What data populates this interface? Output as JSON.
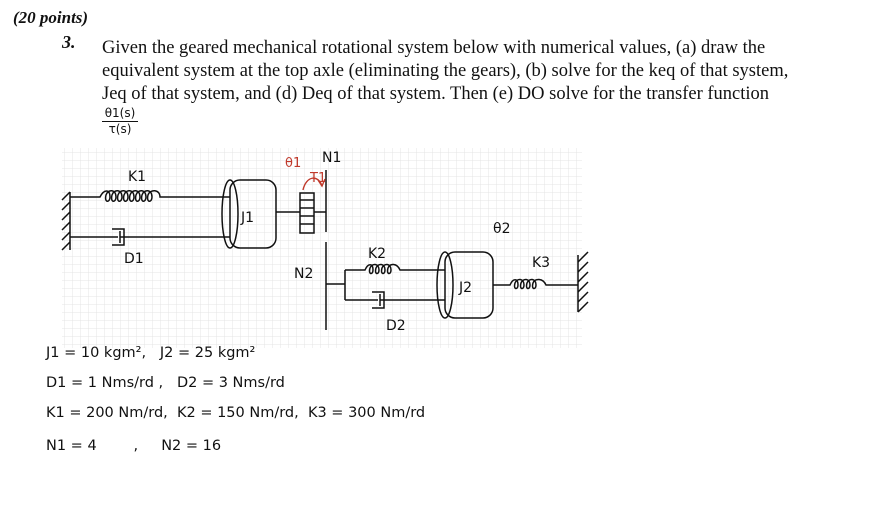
{
  "header": {
    "points": "(20 points)",
    "number": "3.",
    "lines": [
      "Given the geared mechanical rotational system below with numerical values, (a) draw the",
      "equivalent system at the top axle (eliminating the gears), (b) solve for the keq of that system,",
      "Jeq of that system, and (d) Deq of that system.  Then (e) DO solve for the transfer function"
    ],
    "tf_numerator": "θ1(s)",
    "tf_denominator": "τ(s)"
  },
  "diagram": {
    "labels": {
      "k1": "K1",
      "d1": "D1",
      "j1": "J1",
      "theta1": "θ1",
      "tau1": "T1",
      "n1": "N1",
      "n2": "N2",
      "k2": "K2",
      "d2": "D2",
      "j2": "J2",
      "theta2": "θ2",
      "k3": "K3"
    },
    "colors": {
      "ink": "#111111",
      "red_annotation": "#c0392b",
      "grid": "#e4e4e4"
    }
  },
  "values": {
    "line1": [
      "J1 = 10 kgm²,",
      "J2 = 25 kgm²"
    ],
    "line2": [
      "D1 = 1 Nms/rd ,",
      "D2 = 3 Nms/rd"
    ],
    "line3": [
      "K1 = 200 Nm/rd,",
      "K2 = 150 Nm/rd,",
      "K3 = 300 Nm/rd"
    ],
    "line4": [
      "N1 = 4",
      ",",
      "N2 = 16"
    ]
  }
}
